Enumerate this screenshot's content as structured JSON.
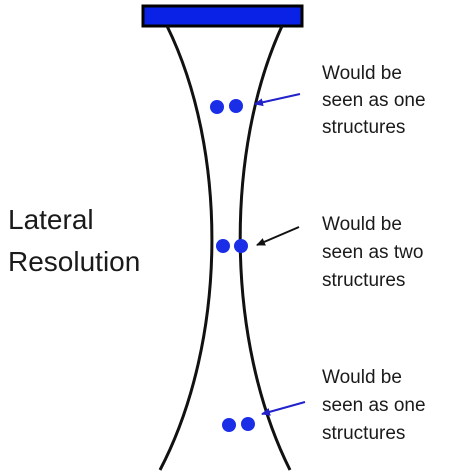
{
  "title": {
    "line1": "Lateral",
    "line2": "Resolution"
  },
  "annotations": [
    {
      "lines": [
        "Would be",
        "seen as one",
        "structures"
      ],
      "arrow_color": "#2222cc"
    },
    {
      "lines": [
        "Would be",
        "seen as two",
        "structures"
      ],
      "arrow_color": "#111111"
    },
    {
      "lines": [
        "Would be",
        "seen as one",
        "structures"
      ],
      "arrow_color": "#2222cc"
    }
  ],
  "colors": {
    "transducer": "#0a22e6",
    "beam": "#111111",
    "dot": "#1a2ee8"
  },
  "icons": {
    "transducer": "rectangle-block",
    "reflector": "filled-circle"
  }
}
